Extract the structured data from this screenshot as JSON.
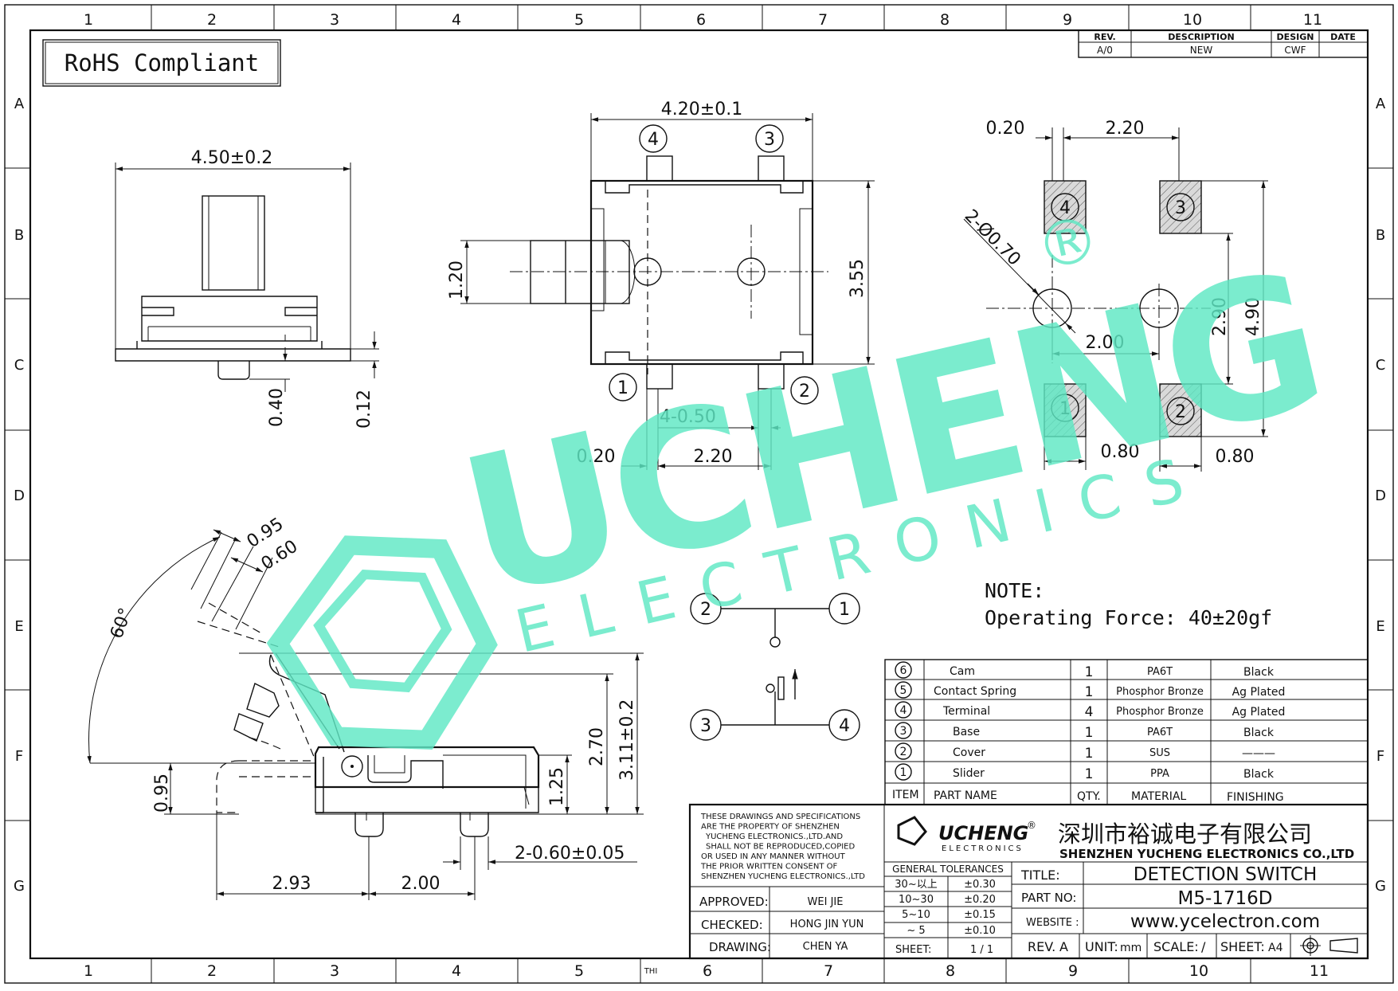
{
  "sheet": {
    "col_labels": [
      "1",
      "2",
      "3",
      "4",
      "5",
      "6",
      "7",
      "8",
      "9",
      "10",
      "11"
    ],
    "row_labels": [
      "A",
      "B",
      "C",
      "D",
      "E",
      "F",
      "G"
    ],
    "bottom_marker": "THI"
  },
  "revision": {
    "headers": {
      "rev": "REV.",
      "description": "DESCRIPTION",
      "design": "DESIGN",
      "date": "DATE"
    },
    "row": {
      "rev": "A/0",
      "description": "NEW",
      "design": "CWF",
      "date": ""
    }
  },
  "rohs": "RoHS Compliant",
  "watermark": {
    "brand": "UCHENG",
    "sub": "ELECTRONICS",
    "registered": "®"
  },
  "dimensions": {
    "side_width": "4.50±0.2",
    "side_d1": "0.40",
    "side_d2": "0.12",
    "top_width": "4.20±0.1",
    "top_height": "3.55",
    "top_actuator": "1.20",
    "top_slot": "4-0.50",
    "top_d020": "0.20",
    "top_d220": "2.20",
    "pad_d020": "0.20",
    "pad_d220": "2.20",
    "pad_hole": "2-Ø0.70",
    "pad_d200": "2.00",
    "pad_d290": "2.90",
    "pad_d490": "4.90",
    "pad_w1": "0.80",
    "pad_w2": "0.80",
    "front_d095a": "0.95",
    "front_d060": "0.60",
    "front_angle": "60°",
    "front_d095b": "0.95",
    "front_d125": "1.25",
    "front_d270": "2.70",
    "front_d311": "3.11±0.2",
    "front_d293": "2.93",
    "front_d200": "2.00",
    "front_pegs": "2-0.60±0.05"
  },
  "pins": {
    "p1": "1",
    "p2": "2",
    "p3": "3",
    "p4": "4"
  },
  "note": {
    "title": "NOTE:",
    "text": "Operating Force:  40±20gf"
  },
  "bom": {
    "rows": [
      {
        "item": "6",
        "name": "Cam",
        "qty": "1",
        "material": "PA6T",
        "finishing": "Black"
      },
      {
        "item": "5",
        "name": "Contact Spring",
        "qty": "1",
        "material": "Phosphor Bronze",
        "finishing": "Ag Plated"
      },
      {
        "item": "4",
        "name": "Terminal",
        "qty": "4",
        "material": "Phosphor Bronze",
        "finishing": "Ag Plated"
      },
      {
        "item": "3",
        "name": "Base",
        "qty": "1",
        "material": "PA6T",
        "finishing": "Black"
      },
      {
        "item": "2",
        "name": "Cover",
        "qty": "1",
        "material": "SUS",
        "finishing": "———"
      },
      {
        "item": "1",
        "name": "Slider",
        "qty": "1",
        "material": "PPA",
        "finishing": "Black"
      }
    ],
    "headers": {
      "item": "ITEM",
      "name": "PART NAME",
      "qty": "QTY.",
      "material": "MATERIAL",
      "finishing": "FINISHING"
    }
  },
  "titleblock": {
    "disclaimer": [
      "THESE DRAWINGS AND SPECIFICATIONS",
      "ARE THE PROPERTY OF SHENZHEN",
      "YUCHENG ELECTRONICS.,LTD.AND",
      "SHALL NOT BE REPRODUCED,COPIED",
      "OR USED IN ANY MANNER WITHOUT",
      "THE PRIOR WRITTEN CONSENT OF",
      "SHENZHEN YUCHENG ELECTRONICS.,LTD"
    ],
    "approved_label": "APPROVED:",
    "approved": "WEI JIE",
    "checked_label": "CHECKED:",
    "checked": "HONG JIN YUN",
    "drawing_label": "DRAWING:",
    "drawing": "CHEN YA",
    "logo_text": "UCHENG",
    "logo_sub": "ELECTRONICS",
    "logo_reg": "®",
    "company_cn": "深圳市裕诚电子有限公司",
    "company_en": "SHENZHEN YUCHENG ELECTRONICS CO.,LTD",
    "tol_title": "GENERAL TOLERANCES",
    "tolerances": [
      {
        "range": "30~以上",
        "tol": "±0.30"
      },
      {
        "range": "10~30",
        "tol": "±0.20"
      },
      {
        "range": "5~10",
        "tol": "±0.15"
      },
      {
        "range": "~ 5",
        "tol": "±0.10"
      }
    ],
    "sheet_label": "SHEET:",
    "sheet": "1 / 1",
    "title_label": "TITLE:",
    "title": "DETECTION SWITCH",
    "part_label": "PART NO:",
    "part": "M5-1716D",
    "web_label": "WEBSITE :",
    "web": "www.ycelectron.com",
    "rev_label": "REV.",
    "rev": "A",
    "unit_label": "UNIT:",
    "unit": "mm",
    "scale_label": "SCALE:",
    "scale": "/",
    "size_label": "SHEET:",
    "size": "A4"
  }
}
